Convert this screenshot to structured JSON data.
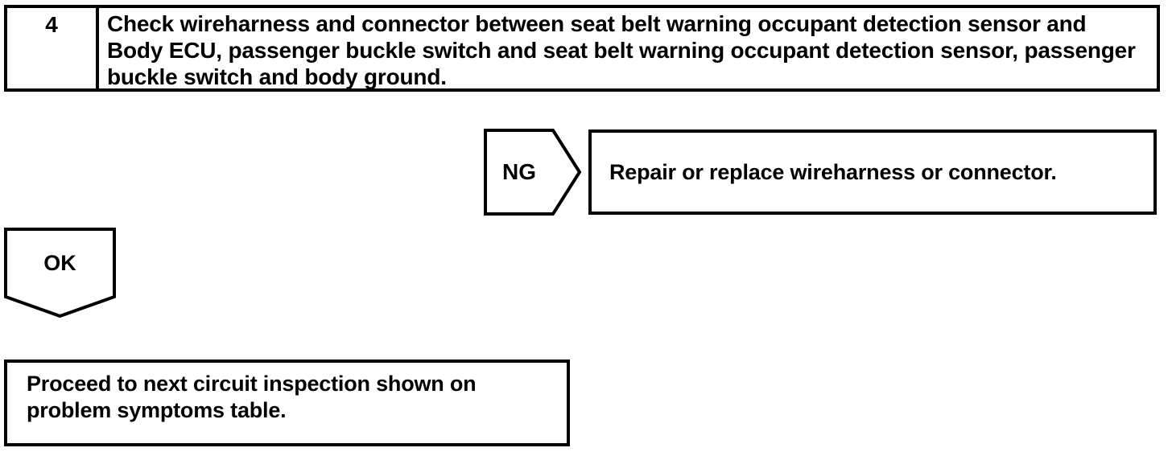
{
  "step": {
    "number": "4",
    "instruction": "Check wireharness and connector between seat belt warning occupant detection sensor and Body ECU, passenger buckle switch and seat belt warning occupant detection sensor, passenger buckle switch and body ground."
  },
  "ng_branch": {
    "label": "NG",
    "action": "Repair or replace wireharness or connector."
  },
  "ok_branch": {
    "label": "OK",
    "action": "Proceed to next circuit inspection shown on problem symptoms table."
  },
  "colors": {
    "line": "#000000",
    "background": "#ffffff",
    "text": "#000000"
  }
}
